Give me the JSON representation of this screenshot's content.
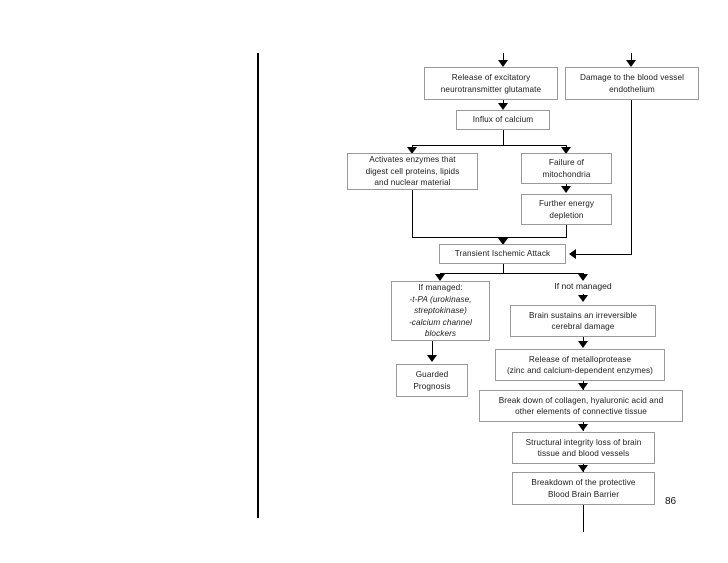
{
  "document": {
    "page_number": "86",
    "margin_rule": {
      "color": "#000000"
    }
  },
  "diagram": {
    "title_text_color": "#1a1a1a",
    "box_border_color": "#9a9a9a",
    "connector_color": "#000000",
    "nodes": [
      {
        "id": "release-glutamate",
        "lines": [
          "Release of excitatory",
          "neurotransmitter glutamate"
        ],
        "italic": false
      },
      {
        "id": "damage-endothelium",
        "lines": [
          "Damage to the blood vessel",
          "endothelium"
        ],
        "italic": false
      },
      {
        "id": "influx-calcium",
        "lines": [
          "Influx of calcium"
        ],
        "italic": false
      },
      {
        "id": "activates-enzymes",
        "lines": [
          "Activates enzymes that",
          "digest cell proteins, lipids",
          "and nuclear material"
        ],
        "italic": false
      },
      {
        "id": "failure-mitochondria",
        "lines": [
          "Failure of",
          "mitochondria"
        ],
        "italic": false
      },
      {
        "id": "further-energy-depletion",
        "lines": [
          "Further energy",
          "depletion"
        ],
        "italic": false
      },
      {
        "id": "transient-ischemic-attack",
        "lines": [
          "Transient Ischemic Attack"
        ],
        "italic": false
      },
      {
        "id": "if-managed",
        "lines": [
          "If managed:",
          "-t-PA (urokinase,",
          "streptokinase)",
          "-calcium channel",
          "blockers"
        ],
        "italic_from_line": 1
      },
      {
        "id": "guarded-prognosis",
        "lines": [
          "Guarded",
          "Prognosis"
        ],
        "italic": false
      },
      {
        "id": "brain-irreversible-damage",
        "lines": [
          "Brain sustains an irreversible",
          "cerebral damage"
        ],
        "italic": false
      },
      {
        "id": "release-metalloprotease",
        "lines": [
          "Release of metalloprotease",
          "(zinc and calcium-dependent enzymes)"
        ],
        "italic": false
      },
      {
        "id": "breakdown-collagen",
        "lines": [
          "Break down of collagen, hyaluronic acid and",
          "other elements of connective tissue"
        ],
        "italic": false
      },
      {
        "id": "structural-integrity-loss",
        "lines": [
          "Structural integrity loss of brain",
          "tissue and blood vessels"
        ],
        "italic": false
      },
      {
        "id": "breakdown-bbb",
        "lines": [
          "Breakdown of the protective",
          "Blood Brain Barrier"
        ],
        "italic": false
      }
    ],
    "labels": [
      {
        "id": "if-not-managed",
        "text": "If not managed"
      }
    ]
  },
  "nodes_text": {
    "release_glutamate_l1": "Release of excitatory",
    "release_glutamate_l2": "neurotransmitter glutamate",
    "damage_endothelium_l1": "Damage to the blood vessel",
    "damage_endothelium_l2": "endothelium",
    "influx_calcium_l1": "Influx of calcium",
    "activates_enzymes_l1": "Activates enzymes that",
    "activates_enzymes_l2": "digest cell proteins, lipids",
    "activates_enzymes_l3": "and nuclear material",
    "failure_mitochondria_l1": "Failure of",
    "failure_mitochondria_l2": "mitochondria",
    "further_energy_l1": "Further energy",
    "further_energy_l2": "depletion",
    "tia_l1": "Transient Ischemic Attack",
    "if_managed_l1": "If managed:",
    "if_managed_l2": "-t-PA (urokinase,",
    "if_managed_l3": "streptokinase)",
    "if_managed_l4": "-calcium channel",
    "if_managed_l5": "blockers",
    "guarded_prognosis_l1": "Guarded",
    "guarded_prognosis_l2": "Prognosis",
    "if_not_managed": "If not managed",
    "brain_damage_l1": "Brain sustains an irreversible",
    "brain_damage_l2": "cerebral damage",
    "metalloprotease_l1": "Release of metalloprotease",
    "metalloprotease_l2": "(zinc and calcium-dependent enzymes)",
    "breakdown_collagen_l1": "Break down of collagen, hyaluronic acid and",
    "breakdown_collagen_l2": "other elements of connective tissue",
    "structural_loss_l1": "Structural integrity loss of brain",
    "structural_loss_l2": "tissue and blood vessels",
    "breakdown_bbb_l1": "Breakdown of the protective",
    "breakdown_bbb_l2": "Blood Brain Barrier"
  }
}
